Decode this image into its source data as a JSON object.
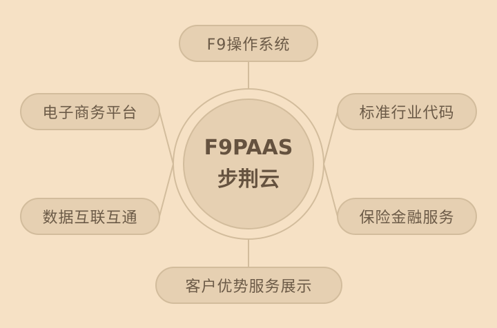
{
  "center": {
    "line1": "F9PAAS",
    "line2": "步荆云"
  },
  "nodes": {
    "top": "F9操作系统",
    "left_top": "电子商务平台",
    "left_bottom": "数据互联互通",
    "right_top": "标准行业代码",
    "right_bottom": "保险金融服务",
    "bottom": "客户优势服务展示"
  },
  "colors": {
    "background": "#f6e1c5",
    "node_fill": "#e6d0b2",
    "border": "#d2bc9c",
    "text": "#6b5a47"
  }
}
